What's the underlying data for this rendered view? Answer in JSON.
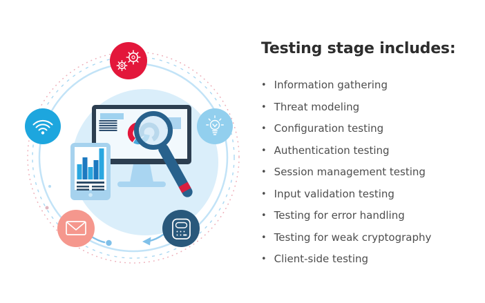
{
  "header": {
    "title": "Testing stage includes:"
  },
  "list": {
    "bullet_glyph": "•",
    "items": [
      "Information gathering",
      "Threat modeling",
      "Configuration testing",
      "Authentication testing",
      "Session management testing",
      "Input validation testing",
      "Testing for error handling",
      "Testing for weak cryptography",
      "Client-side testing"
    ]
  },
  "illustration": {
    "icons": [
      {
        "name": "gears-icon",
        "color": "#e3173b"
      },
      {
        "name": "wifi-icon",
        "color": "#1da6de"
      },
      {
        "name": "lightbulb-icon",
        "color": "#92cfee"
      },
      {
        "name": "envelope-icon",
        "color": "#f5978d"
      },
      {
        "name": "calculator-icon",
        "color": "#29587b"
      },
      {
        "name": "magnifier-icon",
        "color": "#28618c"
      }
    ],
    "colors": {
      "accent_red": "#e3173b",
      "bright_blue": "#29abe2",
      "dark_navy_bezel": "#2c3e50",
      "steel_blue": "#28618c",
      "central_circle_fill": "#daeefa",
      "pale_blue": "#a9d5f1",
      "salmon": "#f5978d",
      "dark_circle_blue": "#29587b",
      "bar_dark_blue": "#1c79c0",
      "connector_blue": "#7fc0e9",
      "ring_dotted_pink": "#eeb0ba",
      "ring_dashed_blue": "#a9d7f2",
      "ring_solid_blue": "#c2e3f7"
    }
  }
}
